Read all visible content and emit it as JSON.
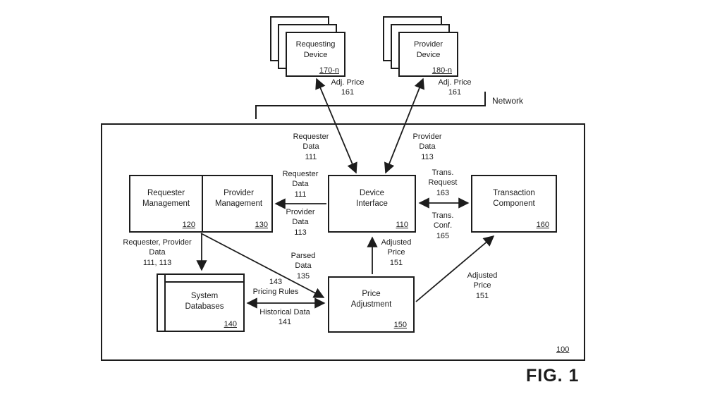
{
  "figure": {
    "fig_label": "FIG. 1",
    "system_ref": "100",
    "network_label": "Network"
  },
  "devices": {
    "requesting": {
      "line1": "Requesting",
      "line2": "Device",
      "ref": "170-n"
    },
    "provider": {
      "line1": "Provider",
      "line2": "Device",
      "ref": "180-n"
    }
  },
  "components": {
    "requester_management": {
      "line1": "Requester",
      "line2": "Management",
      "ref": "120"
    },
    "provider_management": {
      "line1": "Provider",
      "line2": "Management",
      "ref": "130"
    },
    "device_interface": {
      "line1": "Device",
      "line2": "Interface",
      "ref": "110"
    },
    "transaction_component": {
      "line1": "Transaction",
      "line2": "Component",
      "ref": "160"
    },
    "system_databases": {
      "line1": "System",
      "line2": "Databases",
      "ref": "140"
    },
    "price_adjustment": {
      "line1": "Price",
      "line2": "Adjustment",
      "ref": "150"
    }
  },
  "labels": {
    "adj_price_left": [
      "Adj. Price",
      "161"
    ],
    "adj_price_right": [
      "Adj. Price",
      "161"
    ],
    "requester_data_upper": [
      "Requester",
      "Data",
      "111"
    ],
    "provider_data_upper": [
      "Provider",
      "Data",
      "113"
    ],
    "requester_data_left": [
      "Requester",
      "Data",
      "111"
    ],
    "provider_data_left": [
      "Provider",
      "Data",
      "113"
    ],
    "trans_request": [
      "Trans.",
      "Request",
      "163"
    ],
    "trans_conf": [
      "Trans.",
      "Conf.",
      "165"
    ],
    "requester_provider_data": [
      "Requester, Provider",
      "Data",
      "111, 113"
    ],
    "parsed_data": [
      "Parsed",
      "Data",
      "135"
    ],
    "pricing_rules": [
      "143",
      "Pricing Rules"
    ],
    "historical_data": [
      "Historical Data",
      "141"
    ],
    "adjusted_price_up": [
      "Adjusted",
      "Price",
      "151"
    ],
    "adjusted_price_diag": [
      "Adjusted",
      "Price",
      "151"
    ]
  },
  "colors": {
    "line": "#1c1c1c",
    "background": "#ffffff"
  }
}
